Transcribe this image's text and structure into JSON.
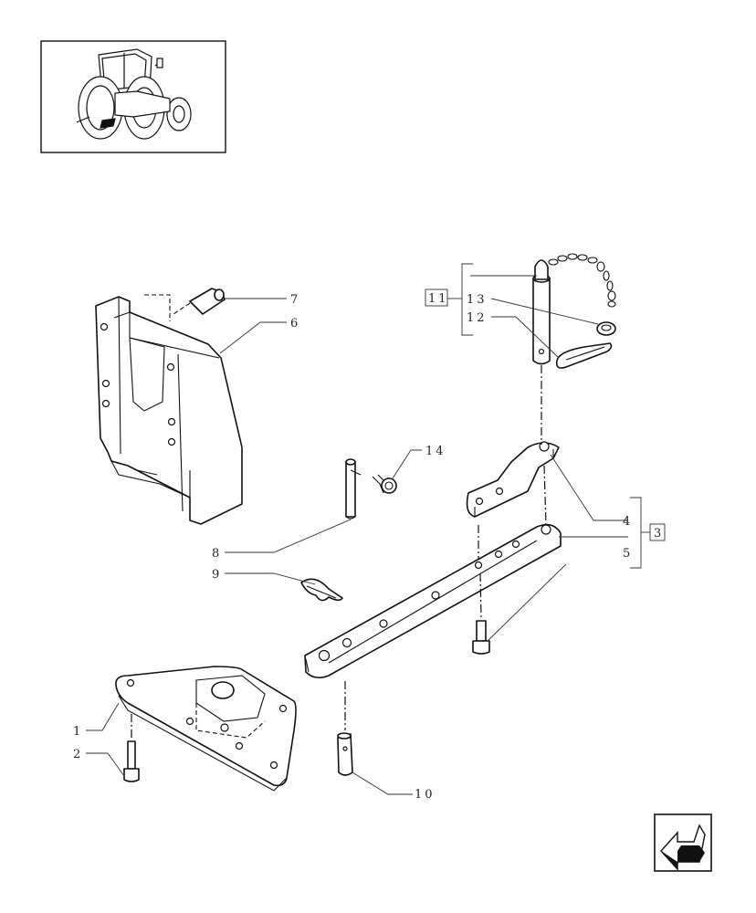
{
  "callouts": {
    "c1": "1",
    "c2": "2",
    "c3": "3",
    "c4": "4",
    "c5": "5",
    "c6": "6",
    "c7": "7",
    "c8": "8",
    "c9": "9",
    "c10": "10",
    "c11": "11",
    "c12": "12",
    "c13": "13",
    "c14": "14"
  },
  "icons": {
    "thumbnail": "tractor-rear-view-icon",
    "navigation": "previous-page-arrow-icon"
  },
  "colors": {
    "line": "#111111",
    "background": "#ffffff"
  }
}
